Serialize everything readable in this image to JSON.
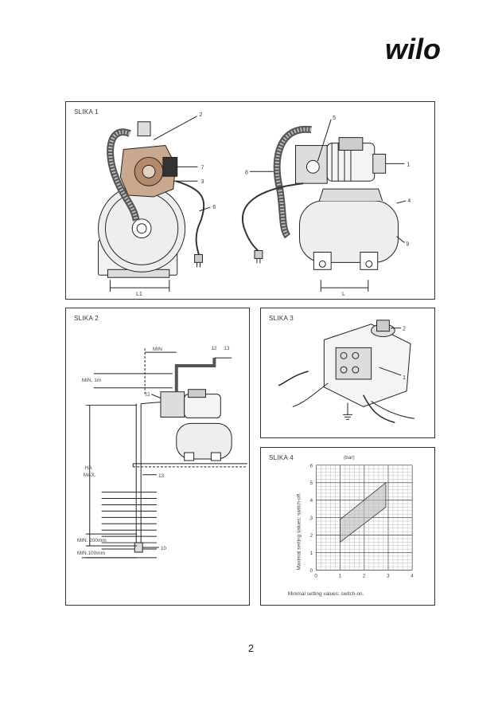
{
  "brand": {
    "logo_text": "wilo"
  },
  "figures": {
    "slika1": {
      "title": "SLIKA 1",
      "callouts": [
        "2",
        "7",
        "3",
        "6",
        "5",
        "8",
        "1",
        "4",
        "9"
      ],
      "dimensions": [
        "L1",
        "L"
      ]
    },
    "slika2": {
      "title": "SLIKA 2",
      "labels": {
        "min": "MIN",
        "min_1m": "MIN. 1m",
        "ha_max_1": "HA",
        "ha_max_2": "MAX.",
        "min_200": "MIN. 200mm",
        "min_100": "MIN.100mm"
      },
      "callouts": [
        "12",
        "13",
        "11",
        "13",
        "10"
      ]
    },
    "slika3": {
      "title": "SLIKA 3",
      "callouts": [
        "2",
        "1"
      ]
    },
    "slika4": {
      "title": "SLIKA 4",
      "unit": "(bar)",
      "ylabel": "Maximal setting values: switch-off.",
      "xlabel": "Minimal setting values: switch-on."
    }
  },
  "chart_data": {
    "type": "area",
    "x_ticks": [
      "0",
      "1",
      "2",
      "3",
      "4"
    ],
    "y_ticks": [
      "0",
      "1",
      "2",
      "3",
      "4",
      "5",
      "6"
    ],
    "xlim": [
      0,
      4
    ],
    "ylim": [
      0,
      6
    ],
    "grid": true,
    "region_polygon": [
      [
        1.0,
        1.6
      ],
      [
        1.0,
        2.9
      ],
      [
        2.9,
        5.0
      ],
      [
        2.9,
        3.6
      ]
    ]
  },
  "footer": {
    "page_number": "2"
  }
}
